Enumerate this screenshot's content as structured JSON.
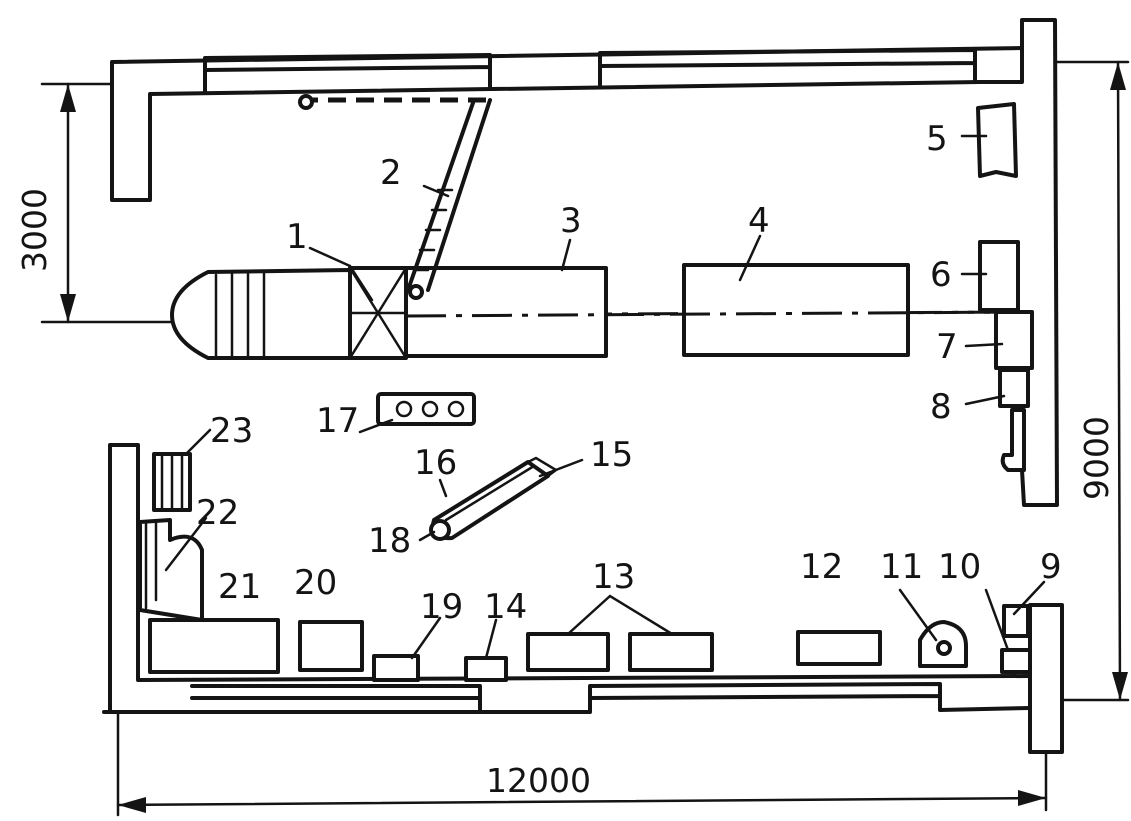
{
  "labels": {
    "l1": "1",
    "l2": "2",
    "l3": "3",
    "l4": "4",
    "l5": "5",
    "l6": "6",
    "l7": "7",
    "l8": "8",
    "l9": "9",
    "l10": "10",
    "l11": "11",
    "l12": "12",
    "l13": "13",
    "l14": "14",
    "l15": "15",
    "l16": "16",
    "l18": "18",
    "l17": "17",
    "l19": "19",
    "l20": "20",
    "l21": "21",
    "l22": "22",
    "l23": "23"
  },
  "dimensions": {
    "width": "12000",
    "height": "9000",
    "offset": "3000"
  }
}
